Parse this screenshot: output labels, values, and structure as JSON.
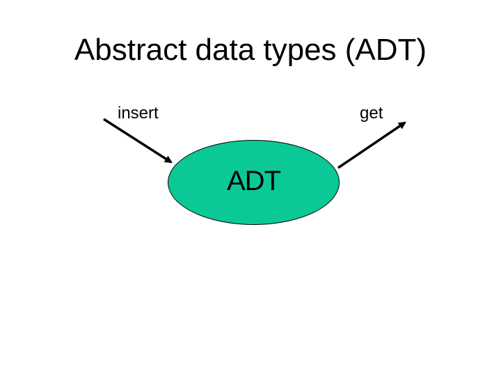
{
  "slide": {
    "title": "Abstract data types (ADT)",
    "diagram": {
      "ellipse_label": "ADT",
      "ellipse_fill": "#0bc997",
      "ellipse_border_color": "#000000",
      "text_color": "#000000",
      "background_color": "#ffffff",
      "arrows": [
        {
          "label": "insert",
          "direction": "into-ellipse",
          "from": "upper-left",
          "to": "ellipse-left-edge"
        },
        {
          "label": "get",
          "direction": "out-of-ellipse",
          "from": "ellipse-right-edge",
          "to": "upper-right"
        }
      ]
    }
  }
}
